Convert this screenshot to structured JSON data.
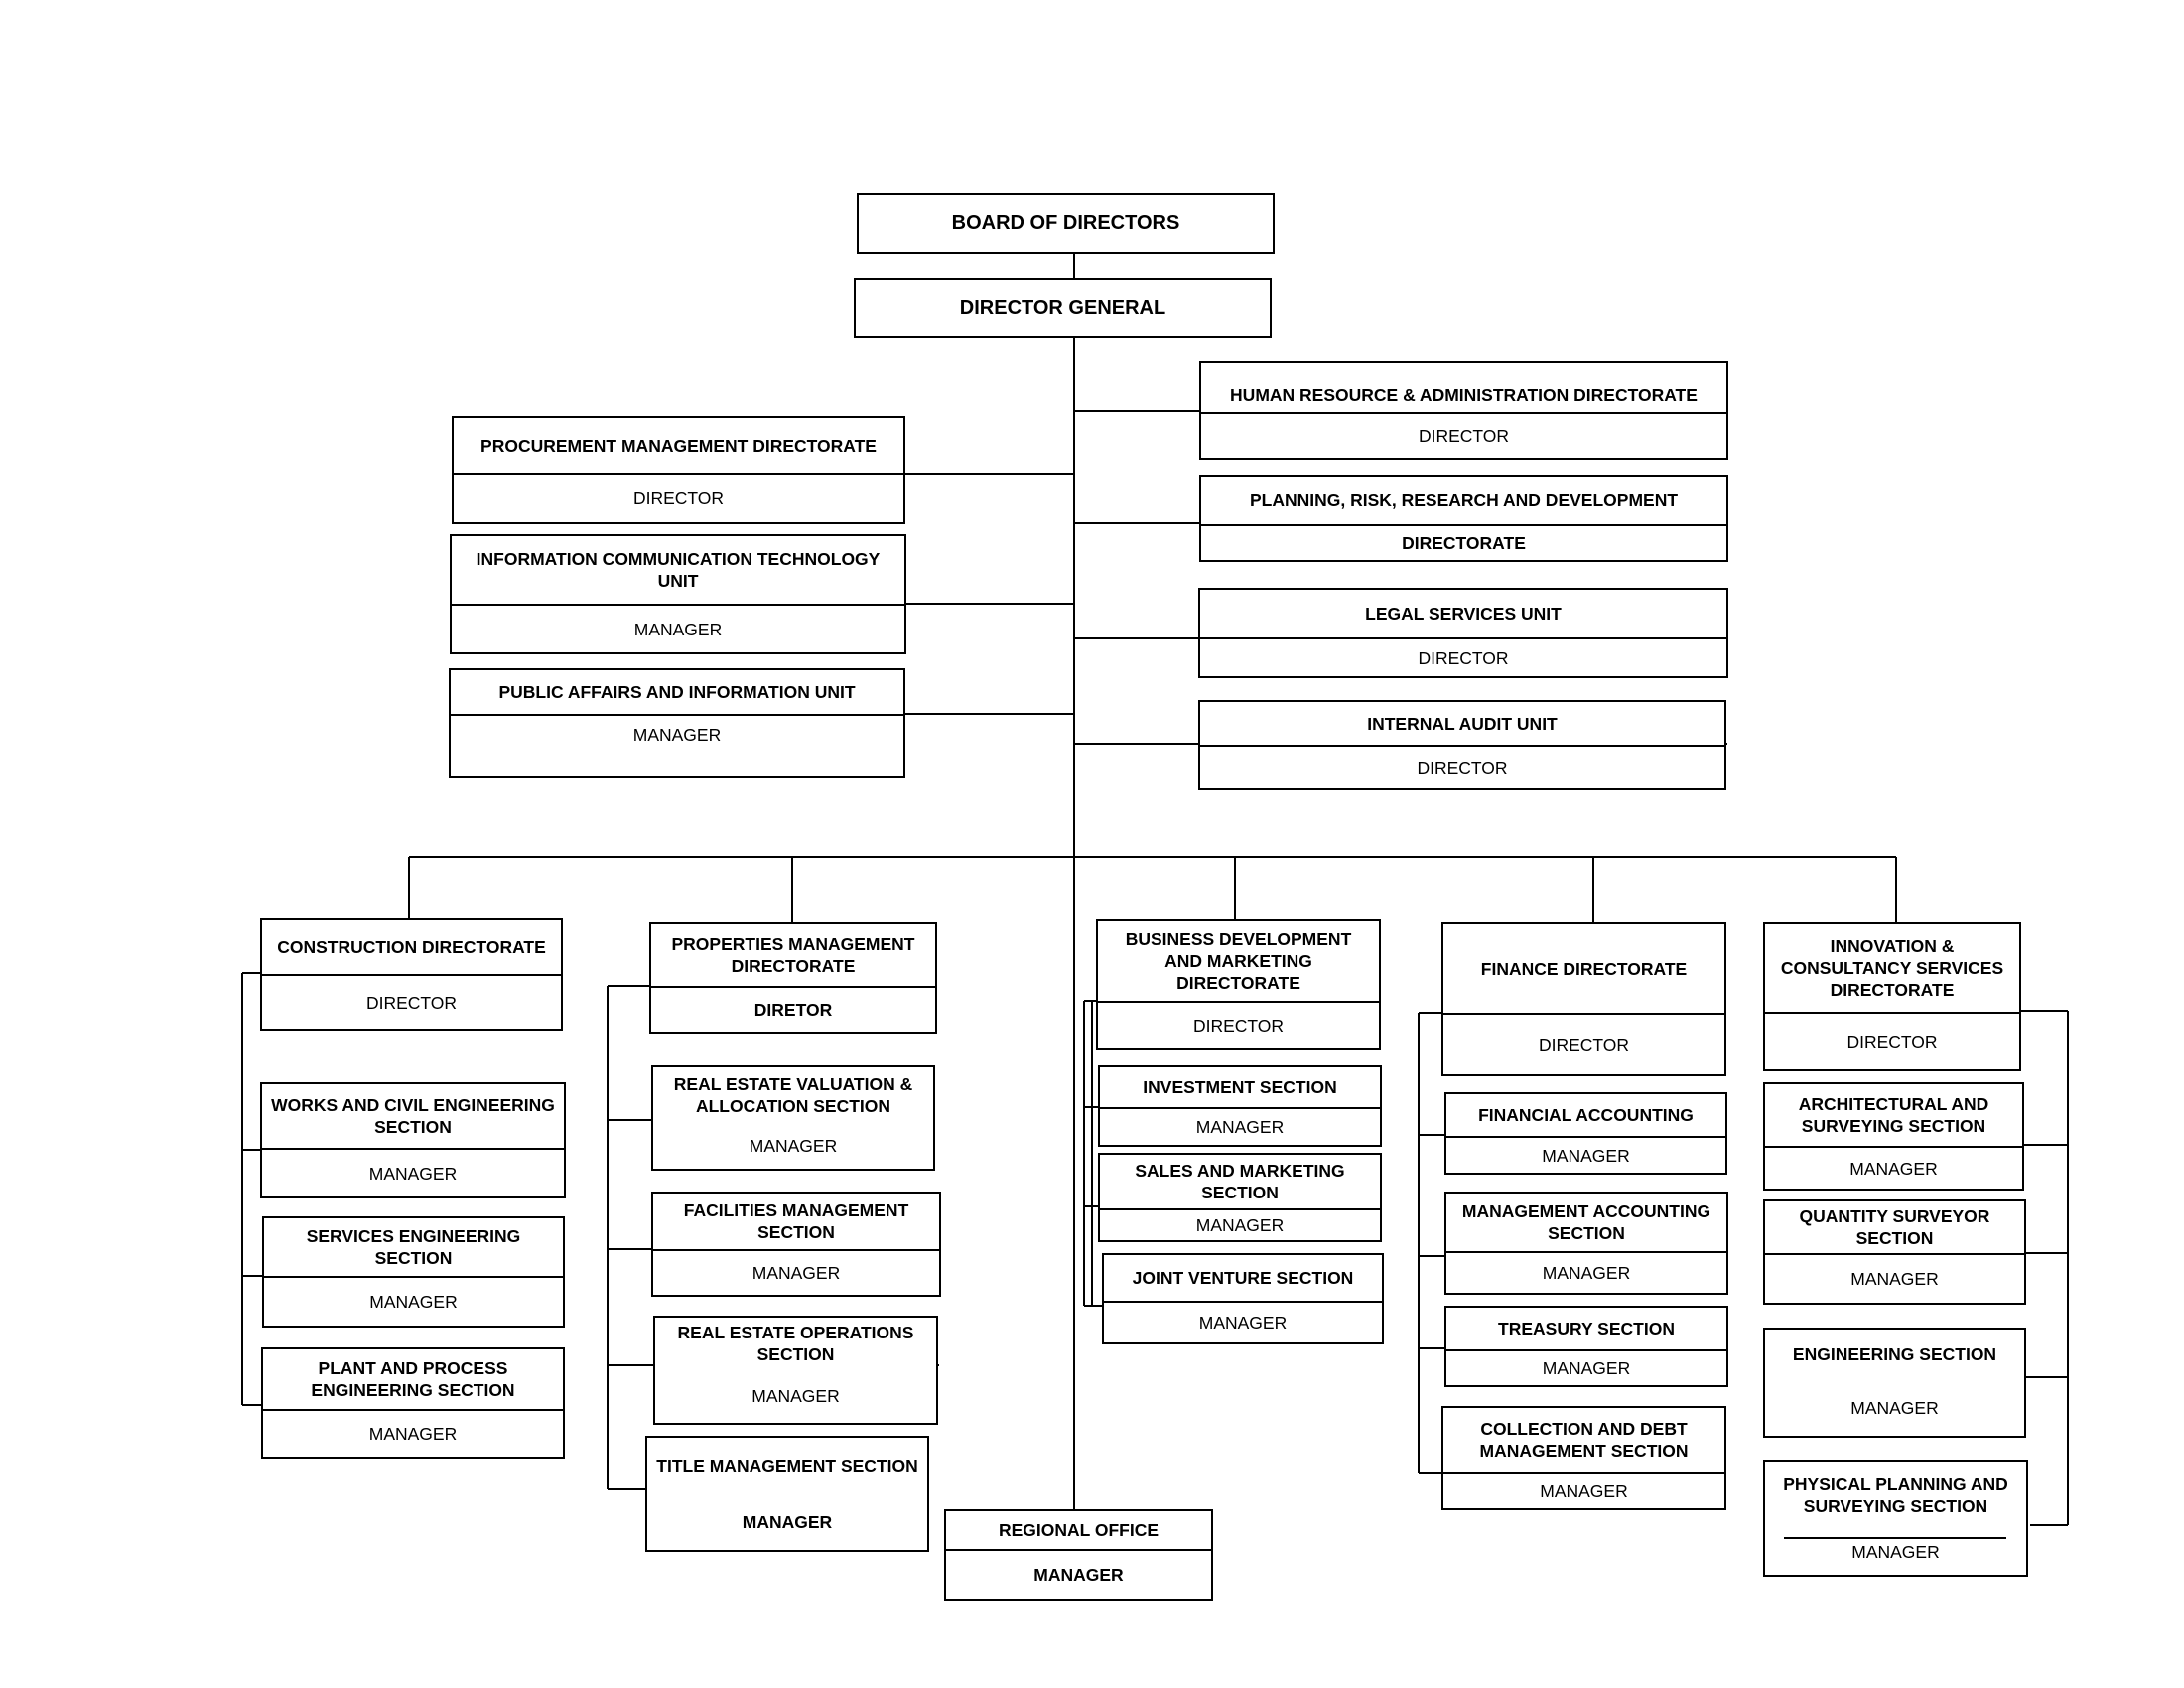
{
  "top": {
    "board": "BOARD OF DIRECTORS",
    "director_general": "DIRECTOR GENERAL"
  },
  "left_units": [
    {
      "title": "PROCUREMENT MANAGEMENT DIRECTORATE",
      "sub": "DIRECTOR"
    },
    {
      "title": "INFORMATION COMMUNICATION TECHNOLOGY UNIT",
      "sub": "MANAGER"
    },
    {
      "title": "PUBLIC AFFAIRS AND INFORMATION UNIT",
      "sub": "MANAGER"
    }
  ],
  "right_units": [
    {
      "title": "HUMAN RESOURCE & ADMINISTRATION DIRECTORATE",
      "sub": "DIRECTOR"
    },
    {
      "title": "PLANNING, RISK, RESEARCH AND DEVELOPMENT",
      "sub": "DIRECTORATE"
    },
    {
      "title": "LEGAL SERVICES UNIT",
      "sub": "DIRECTOR"
    },
    {
      "title": "INTERNAL AUDIT UNIT",
      "sub": "DIRECTOR"
    }
  ],
  "construction": {
    "head": {
      "title": "CONSTRUCTION DIRECTORATE",
      "sub": "DIRECTOR"
    },
    "sections": [
      {
        "title": "WORKS AND CIVIL ENGINEERING SECTION",
        "sub": "MANAGER"
      },
      {
        "title": "SERVICES ENGINEERING SECTION",
        "sub": "MANAGER"
      },
      {
        "title": "PLANT AND PROCESS ENGINEERING SECTION",
        "sub": "MANAGER"
      }
    ]
  },
  "properties": {
    "head": {
      "title": "PROPERTIES MANAGEMENT DIRECTORATE",
      "sub": "DIRETOR"
    },
    "sections": [
      {
        "title": "REAL ESTATE VALUATION & ALLOCATION SECTION",
        "sub": "MANAGER"
      },
      {
        "title": "FACILITIES MANAGEMENT SECTION",
        "sub": "MANAGER"
      },
      {
        "title": "REAL ESTATE OPERATIONS SECTION",
        "sub": "MANAGER"
      },
      {
        "title": "TITLE MANAGEMENT SECTION",
        "sub": "MANAGER"
      }
    ]
  },
  "regional": {
    "title": "REGIONAL OFFICE",
    "sub": "MANAGER"
  },
  "business": {
    "head": {
      "title": "BUSINESS DEVELOPMENT AND MARKETING DIRECTORATE",
      "sub": "DIRECTOR"
    },
    "sections": [
      {
        "title": "INVESTMENT SECTION",
        "sub": "MANAGER"
      },
      {
        "title": "SALES AND MARKETING SECTION",
        "sub": "MANAGER"
      },
      {
        "title": "JOINT VENTURE SECTION",
        "sub": "MANAGER"
      }
    ]
  },
  "finance": {
    "head": {
      "title": "FINANCE DIRECTORATE",
      "sub": "DIRECTOR"
    },
    "sections": [
      {
        "title": "FINANCIAL ACCOUNTING",
        "sub": "MANAGER"
      },
      {
        "title": "MANAGEMENT ACCOUNTING SECTION",
        "sub": "MANAGER"
      },
      {
        "title": "TREASURY SECTION",
        "sub": "MANAGER"
      },
      {
        "title": "COLLECTION AND DEBT MANAGEMENT SECTION",
        "sub": "MANAGER"
      }
    ]
  },
  "innovation": {
    "head": {
      "title": "INNOVATION & CONSULTANCY SERVICES DIRECTORATE",
      "sub": "DIRECTOR"
    },
    "sections": [
      {
        "title": "ARCHITECTURAL AND SURVEYING SECTION",
        "sub": "MANAGER"
      },
      {
        "title": "QUANTITY SURVEYOR SECTION",
        "sub": "MANAGER"
      },
      {
        "title": "ENGINEERING SECTION",
        "sub": "MANAGER"
      },
      {
        "title": "PHYSICAL PLANNING AND SURVEYING SECTION",
        "sub": "MANAGER"
      }
    ]
  }
}
